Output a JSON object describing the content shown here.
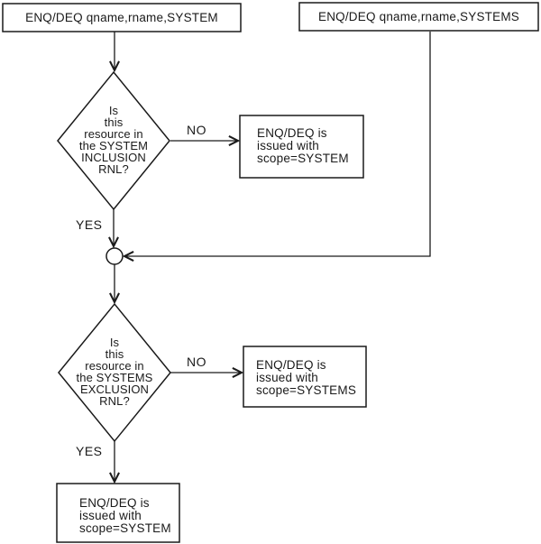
{
  "colors": {
    "ink": "#1a1a1a",
    "background": "#ffffff"
  },
  "nodes": {
    "entry_system": {
      "label": "ENQ/DEQ qname,rname,SYSTEM"
    },
    "entry_systems": {
      "label": "ENQ/DEQ qname,rname,SYSTEMS"
    },
    "decision_inclusion": {
      "lines": [
        "Is",
        "this",
        "resource in",
        "the SYSTEM",
        "INCLUSION",
        "RNL?"
      ]
    },
    "result_scope_system_top": {
      "lines": [
        "ENQ/DEQ is",
        "issued with",
        "scope=SYSTEM"
      ]
    },
    "decision_exclusion": {
      "lines": [
        "Is",
        "this",
        "resource in",
        "the SYSTEMS",
        "EXCLUSION",
        "RNL?"
      ]
    },
    "result_scope_systems": {
      "lines": [
        "ENQ/DEQ is",
        "issued with",
        "scope=SYSTEMS"
      ]
    },
    "result_scope_system_bottom": {
      "lines": [
        "ENQ/DEQ is",
        "issued with",
        "scope=SYSTEM"
      ]
    }
  },
  "edge_labels": {
    "no_inclusion": "NO",
    "yes_inclusion": "YES",
    "no_exclusion": "NO",
    "yes_exclusion": "YES"
  }
}
